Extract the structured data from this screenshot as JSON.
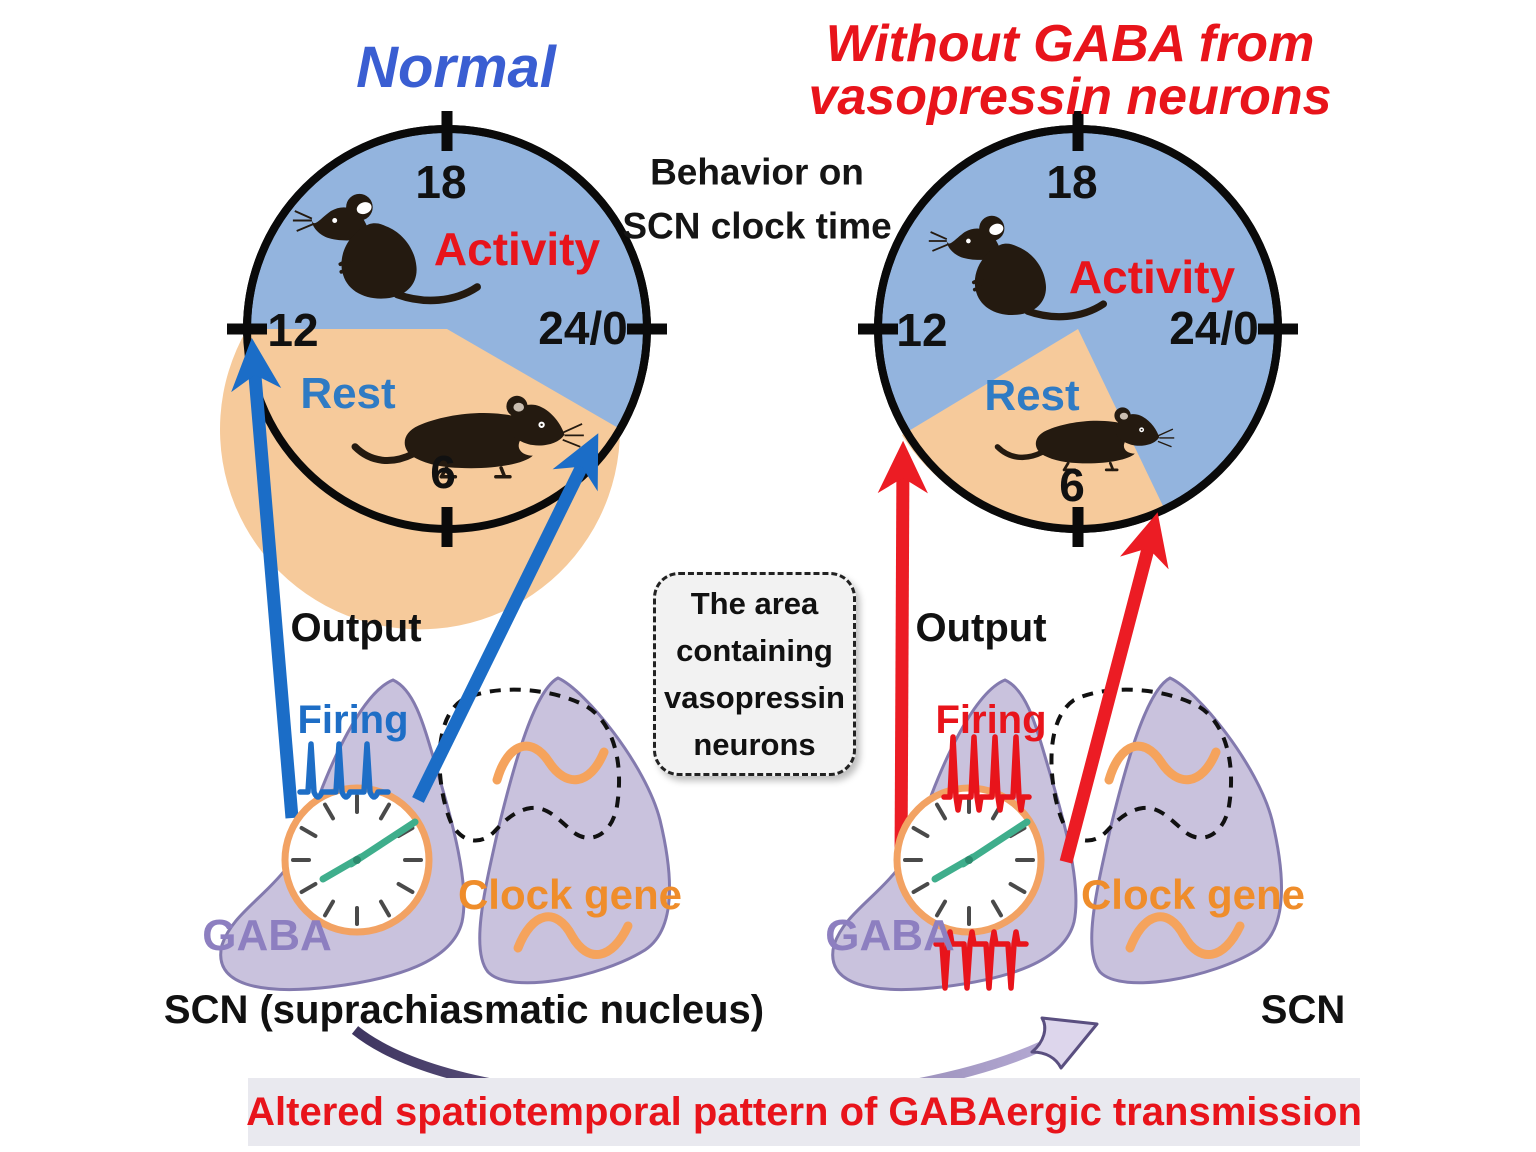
{
  "titles": {
    "normal": "Normal",
    "without_gaba_line1": "Without GABA from",
    "without_gaba_line2": "vasopressin neurons"
  },
  "behavior_label": {
    "line1": "Behavior on",
    "line2": "SCN clock time"
  },
  "clock_dial": {
    "hour_top": "18",
    "hour_right": "24/0",
    "hour_bottom": "6",
    "hour_left": "12",
    "activity": "Activity",
    "rest": "Rest"
  },
  "scn_region": {
    "output": "Output",
    "firing": "Firing",
    "gaba": "GABA",
    "clock_gene": "Clock gene",
    "label_left": "SCN (suprachiasmatic nucleus)",
    "label_right": "SCN"
  },
  "vasopressin_box": {
    "lines": [
      "The area",
      "containing",
      "vasopressin",
      "neurons"
    ]
  },
  "banner": "Altered spatiotemporal pattern of GABAergic transmission",
  "icons": {
    "mouse_active": "mouse-rearing-icon",
    "mouse_rest": "mouse-crouching-icon",
    "clock_face": "clock-face-icon",
    "spike_train": "spike-train-icon",
    "sine_wave": "sine-wave-icon",
    "output_arrow": "output-arrow-icon",
    "transition_arrow": "curved-transition-arrow-icon"
  },
  "colors": {
    "normal_blue": "#3a5ed2",
    "alert_red": "#e8141b",
    "activity_fill": "#93b4de",
    "rest_fill": "#f6ca9b",
    "rest_text_blue": "#2f7bc4",
    "arrow_blue": "#1b6dc7",
    "scn_blob_fill": "#c9c2dd",
    "scn_blob_stroke": "#837aae",
    "gaba_purple": "#8d7fc0",
    "clock_gene_orange": "#ef8d2b",
    "sine_orange": "#f5a35c",
    "clock_ring_orange": "#f2a263",
    "hand_green": "#3fae8c",
    "banner_bg": "#e9e9ef"
  }
}
